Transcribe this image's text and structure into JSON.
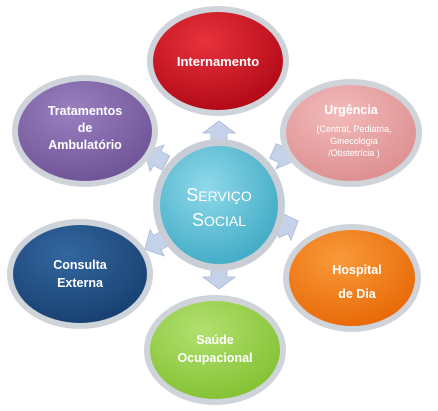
{
  "center": {
    "line1_big": "S",
    "line1_small": "ERVIÇO",
    "line2_big": "S",
    "line2_small": "OCIAL",
    "color": "#4ab6cf"
  },
  "nodes": {
    "internamento": {
      "label": "Internamento",
      "color": "#c8101f"
    },
    "urgencia": {
      "label": "Urgência",
      "detail_lines": [
        "(Central, Pediatria,",
        "Ginecologia",
        "/Obstetrícia )"
      ],
      "color": "#e6a0a1"
    },
    "hospital_dia": {
      "label_lines": [
        "Hospital",
        "de Dia"
      ],
      "color": "#f2760e"
    },
    "saude_ocupacional": {
      "label_lines": [
        "Saúde",
        "Ocupacional"
      ],
      "color": "#94cf46"
    },
    "consulta_externa": {
      "label_lines": [
        "Consulta",
        "Externa"
      ],
      "color": "#1f4e86"
    },
    "tratamentos": {
      "label_lines": [
        "Tratamentos",
        "de",
        "Ambulatório"
      ],
      "color": "#8063a8"
    }
  },
  "arrow_color": "#c5d3ea",
  "ring_color": "#c9ced6"
}
